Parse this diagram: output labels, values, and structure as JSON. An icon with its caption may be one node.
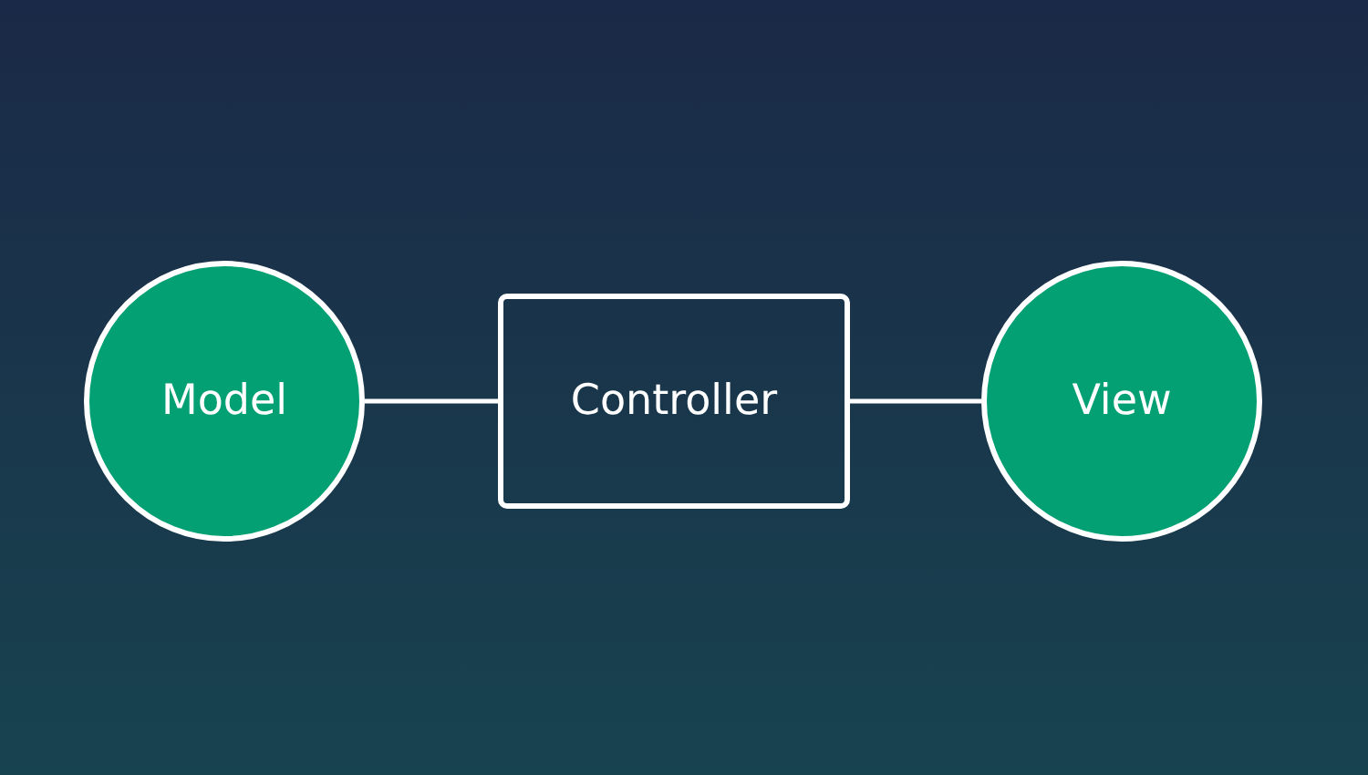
{
  "diagram": {
    "nodes": [
      {
        "text": [
          "Model"
        ]
      },
      {
        "text": [
          "Controller"
        ]
      },
      {
        "text": [
          "View"
        ]
      }
    ],
    "edges": [
      {
        "from": 0,
        "to": 1,
        "arrow": "none"
      },
      {
        "from": 1,
        "to": 2,
        "arrow": "none"
      }
    ]
  }
}
